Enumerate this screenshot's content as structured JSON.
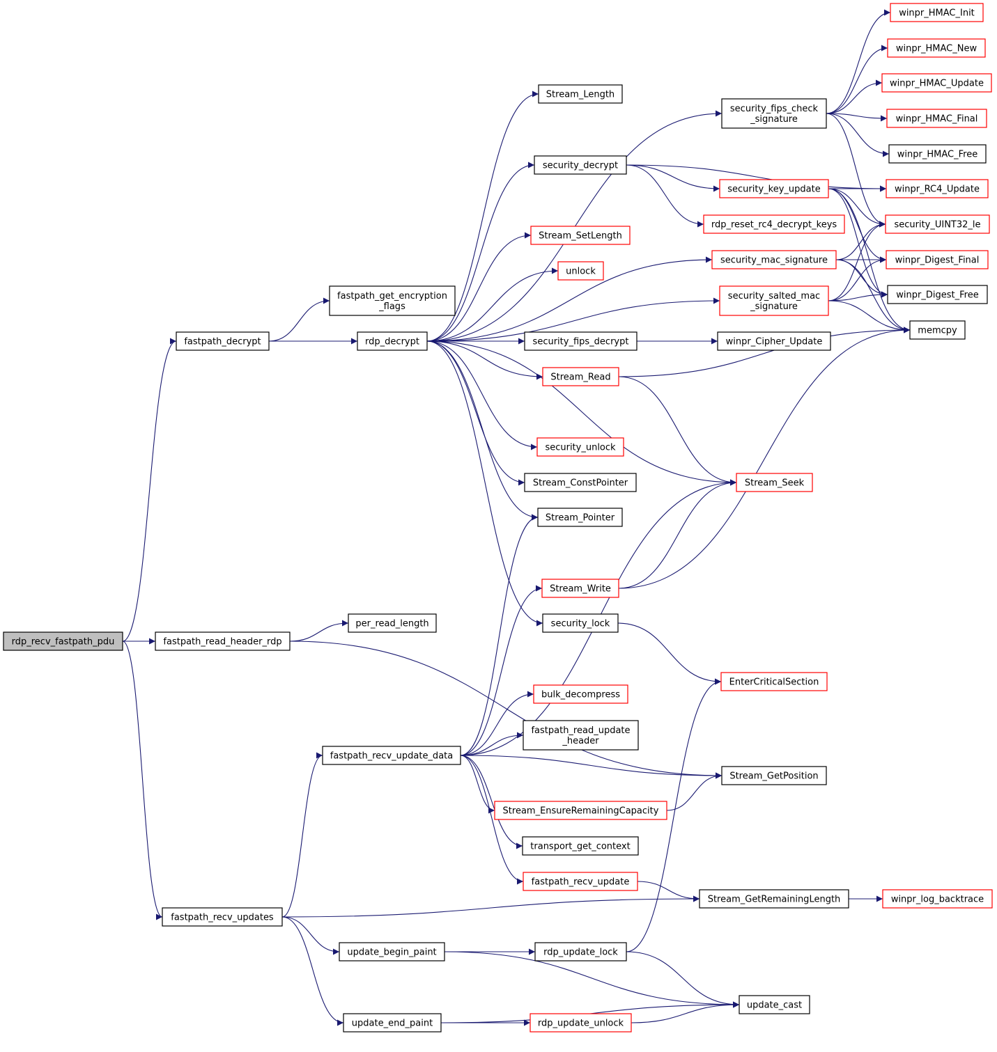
{
  "graph": {
    "root": "rdp_recv_fastpath_pdu",
    "colors": {
      "edge": "#191970",
      "normal_border": "#000000",
      "truncated_border": "#ff0000",
      "root_fill": "#bfbfbf"
    },
    "nodes": [
      {
        "id": "root",
        "lines": [
          "rdp_recv_fastpath_pdu"
        ],
        "kind": "root"
      },
      {
        "id": "fp_decrypt",
        "lines": [
          "fastpath_decrypt"
        ],
        "kind": "normal"
      },
      {
        "id": "fp_read_hdr",
        "lines": [
          "fastpath_read_header_rdp"
        ],
        "kind": "normal"
      },
      {
        "id": "fp_recv_updates",
        "lines": [
          "fastpath_recv_updates"
        ],
        "kind": "normal"
      },
      {
        "id": "fp_get_enc",
        "lines": [
          "fastpath_get_encryption",
          "_flags"
        ],
        "kind": "normal"
      },
      {
        "id": "rdp_decrypt",
        "lines": [
          "rdp_decrypt"
        ],
        "kind": "normal"
      },
      {
        "id": "per_read_length",
        "lines": [
          "per_read_length"
        ],
        "kind": "normal"
      },
      {
        "id": "fp_recv_update_data",
        "lines": [
          "fastpath_recv_update_data"
        ],
        "kind": "normal"
      },
      {
        "id": "update_begin_paint",
        "lines": [
          "update_begin_paint"
        ],
        "kind": "normal"
      },
      {
        "id": "update_end_paint",
        "lines": [
          "update_end_paint"
        ],
        "kind": "normal"
      },
      {
        "id": "stream_length",
        "lines": [
          "Stream_Length"
        ],
        "kind": "normal"
      },
      {
        "id": "security_decrypt",
        "lines": [
          "security_decrypt"
        ],
        "kind": "normal"
      },
      {
        "id": "stream_setlength",
        "lines": [
          "Stream_SetLength"
        ],
        "kind": "truncated"
      },
      {
        "id": "unlock",
        "lines": [
          "unlock"
        ],
        "kind": "truncated"
      },
      {
        "id": "security_fips_decrypt",
        "lines": [
          "security_fips_decrypt"
        ],
        "kind": "normal"
      },
      {
        "id": "stream_read",
        "lines": [
          "Stream_Read"
        ],
        "kind": "truncated"
      },
      {
        "id": "security_unlock",
        "lines": [
          "security_unlock"
        ],
        "kind": "truncated"
      },
      {
        "id": "stream_constpointer",
        "lines": [
          "Stream_ConstPointer"
        ],
        "kind": "normal"
      },
      {
        "id": "stream_pointer",
        "lines": [
          "Stream_Pointer"
        ],
        "kind": "normal"
      },
      {
        "id": "stream_write",
        "lines": [
          "Stream_Write"
        ],
        "kind": "truncated"
      },
      {
        "id": "security_lock",
        "lines": [
          "security_lock"
        ],
        "kind": "normal"
      },
      {
        "id": "bulk_decompress",
        "lines": [
          "bulk_decompress"
        ],
        "kind": "truncated"
      },
      {
        "id": "fp_read_update_hdr",
        "lines": [
          "fastpath_read_update",
          "_header"
        ],
        "kind": "normal"
      },
      {
        "id": "stream_ensure",
        "lines": [
          "Stream_EnsureRemainingCapacity"
        ],
        "kind": "truncated"
      },
      {
        "id": "transport_get_context",
        "lines": [
          "transport_get_context"
        ],
        "kind": "normal"
      },
      {
        "id": "fp_recv_update",
        "lines": [
          "fastpath_recv_update"
        ],
        "kind": "truncated"
      },
      {
        "id": "rdp_update_lock",
        "lines": [
          "rdp_update_lock"
        ],
        "kind": "normal"
      },
      {
        "id": "rdp_update_unlock",
        "lines": [
          "rdp_update_unlock"
        ],
        "kind": "truncated"
      },
      {
        "id": "security_fips_check",
        "lines": [
          "security_fips_check",
          "_signature"
        ],
        "kind": "normal"
      },
      {
        "id": "security_key_update",
        "lines": [
          "security_key_update"
        ],
        "kind": "truncated"
      },
      {
        "id": "rdp_reset_rc4",
        "lines": [
          "rdp_reset_rc4_decrypt_keys"
        ],
        "kind": "truncated"
      },
      {
        "id": "security_mac_sig",
        "lines": [
          "security_mac_signature"
        ],
        "kind": "truncated"
      },
      {
        "id": "security_salted_mac",
        "lines": [
          "security_salted_mac",
          "_signature"
        ],
        "kind": "truncated"
      },
      {
        "id": "winpr_cipher_update",
        "lines": [
          "winpr_Cipher_Update"
        ],
        "kind": "normal"
      },
      {
        "id": "stream_seek",
        "lines": [
          "Stream_Seek"
        ],
        "kind": "truncated"
      },
      {
        "id": "enter_crit",
        "lines": [
          "EnterCriticalSection"
        ],
        "kind": "truncated"
      },
      {
        "id": "stream_getposition",
        "lines": [
          "Stream_GetPosition"
        ],
        "kind": "normal"
      },
      {
        "id": "stream_getremaining",
        "lines": [
          "Stream_GetRemainingLength"
        ],
        "kind": "normal"
      },
      {
        "id": "update_cast",
        "lines": [
          "update_cast"
        ],
        "kind": "normal"
      },
      {
        "id": "hmac_init",
        "lines": [
          "winpr_HMAC_Init"
        ],
        "kind": "truncated"
      },
      {
        "id": "hmac_new",
        "lines": [
          "winpr_HMAC_New"
        ],
        "kind": "truncated"
      },
      {
        "id": "hmac_update",
        "lines": [
          "winpr_HMAC_Update"
        ],
        "kind": "truncated"
      },
      {
        "id": "hmac_final",
        "lines": [
          "winpr_HMAC_Final"
        ],
        "kind": "truncated"
      },
      {
        "id": "hmac_free",
        "lines": [
          "winpr_HMAC_Free"
        ],
        "kind": "normal"
      },
      {
        "id": "rc4_update",
        "lines": [
          "winpr_RC4_Update"
        ],
        "kind": "truncated"
      },
      {
        "id": "uint32_le",
        "lines": [
          "security_UINT32_le"
        ],
        "kind": "truncated"
      },
      {
        "id": "digest_final",
        "lines": [
          "winpr_Digest_Final"
        ],
        "kind": "truncated"
      },
      {
        "id": "digest_free",
        "lines": [
          "winpr_Digest_Free"
        ],
        "kind": "normal"
      },
      {
        "id": "memcpy",
        "lines": [
          "memcpy"
        ],
        "kind": "normal"
      },
      {
        "id": "log_backtrace",
        "lines": [
          "winpr_log_backtrace"
        ],
        "kind": "truncated"
      }
    ],
    "edges": [
      [
        "root",
        "fp_decrypt"
      ],
      [
        "root",
        "fp_read_hdr"
      ],
      [
        "root",
        "fp_recv_updates"
      ],
      [
        "fp_decrypt",
        "fp_get_enc"
      ],
      [
        "fp_decrypt",
        "rdp_decrypt"
      ],
      [
        "fp_read_hdr",
        "per_read_length"
      ],
      [
        "fp_read_hdr",
        "stream_getposition"
      ],
      [
        "fp_recv_updates",
        "fp_recv_update_data"
      ],
      [
        "fp_recv_updates",
        "update_begin_paint"
      ],
      [
        "fp_recv_updates",
        "update_end_paint"
      ],
      [
        "fp_recv_updates",
        "stream_getremaining"
      ],
      [
        "rdp_decrypt",
        "stream_length"
      ],
      [
        "rdp_decrypt",
        "security_fips_check"
      ],
      [
        "rdp_decrypt",
        "security_decrypt"
      ],
      [
        "rdp_decrypt",
        "security_mac_sig"
      ],
      [
        "rdp_decrypt",
        "stream_setlength"
      ],
      [
        "rdp_decrypt",
        "unlock"
      ],
      [
        "rdp_decrypt",
        "security_salted_mac"
      ],
      [
        "rdp_decrypt",
        "security_fips_decrypt"
      ],
      [
        "rdp_decrypt",
        "stream_read"
      ],
      [
        "rdp_decrypt",
        "stream_seek"
      ],
      [
        "rdp_decrypt",
        "security_unlock"
      ],
      [
        "rdp_decrypt",
        "stream_constpointer"
      ],
      [
        "rdp_decrypt",
        "stream_pointer"
      ],
      [
        "rdp_decrypt",
        "security_lock"
      ],
      [
        "fp_recv_update_data",
        "stream_pointer"
      ],
      [
        "fp_recv_update_data",
        "stream_seek"
      ],
      [
        "fp_recv_update_data",
        "stream_write"
      ],
      [
        "fp_recv_update_data",
        "bulk_decompress"
      ],
      [
        "fp_recv_update_data",
        "fp_read_update_hdr"
      ],
      [
        "fp_recv_update_data",
        "stream_getposition"
      ],
      [
        "fp_recv_update_data",
        "stream_ensure"
      ],
      [
        "fp_recv_update_data",
        "transport_get_context"
      ],
      [
        "fp_recv_update_data",
        "fp_recv_update"
      ],
      [
        "update_begin_paint",
        "rdp_update_lock"
      ],
      [
        "update_begin_paint",
        "update_cast"
      ],
      [
        "update_end_paint",
        "rdp_update_unlock"
      ],
      [
        "update_end_paint",
        "update_cast"
      ],
      [
        "security_decrypt",
        "security_key_update"
      ],
      [
        "security_decrypt",
        "rc4_update"
      ],
      [
        "security_decrypt",
        "rdp_reset_rc4"
      ],
      [
        "security_fips_decrypt",
        "winpr_cipher_update"
      ],
      [
        "stream_read",
        "memcpy"
      ],
      [
        "stream_read",
        "stream_seek"
      ],
      [
        "stream_write",
        "stream_seek"
      ],
      [
        "stream_write",
        "memcpy"
      ],
      [
        "security_lock",
        "enter_crit"
      ],
      [
        "stream_ensure",
        "stream_getposition"
      ],
      [
        "fp_recv_update",
        "stream_getremaining"
      ],
      [
        "rdp_update_lock",
        "enter_crit"
      ],
      [
        "rdp_update_lock",
        "update_cast"
      ],
      [
        "rdp_update_unlock",
        "update_cast"
      ],
      [
        "security_fips_check",
        "hmac_init"
      ],
      [
        "security_fips_check",
        "hmac_new"
      ],
      [
        "security_fips_check",
        "hmac_update"
      ],
      [
        "security_fips_check",
        "hmac_final"
      ],
      [
        "security_fips_check",
        "hmac_free"
      ],
      [
        "security_fips_check",
        "uint32_le"
      ],
      [
        "security_key_update",
        "rc4_update"
      ],
      [
        "security_key_update",
        "uint32_le"
      ],
      [
        "security_key_update",
        "digest_final"
      ],
      [
        "security_key_update",
        "digest_free"
      ],
      [
        "security_key_update",
        "memcpy"
      ],
      [
        "security_mac_sig",
        "uint32_le"
      ],
      [
        "security_mac_sig",
        "digest_final"
      ],
      [
        "security_mac_sig",
        "digest_free"
      ],
      [
        "security_mac_sig",
        "memcpy"
      ],
      [
        "security_salted_mac",
        "uint32_le"
      ],
      [
        "security_salted_mac",
        "digest_final"
      ],
      [
        "security_salted_mac",
        "digest_free"
      ],
      [
        "security_salted_mac",
        "memcpy"
      ],
      [
        "stream_getremaining",
        "log_backtrace"
      ]
    ]
  }
}
